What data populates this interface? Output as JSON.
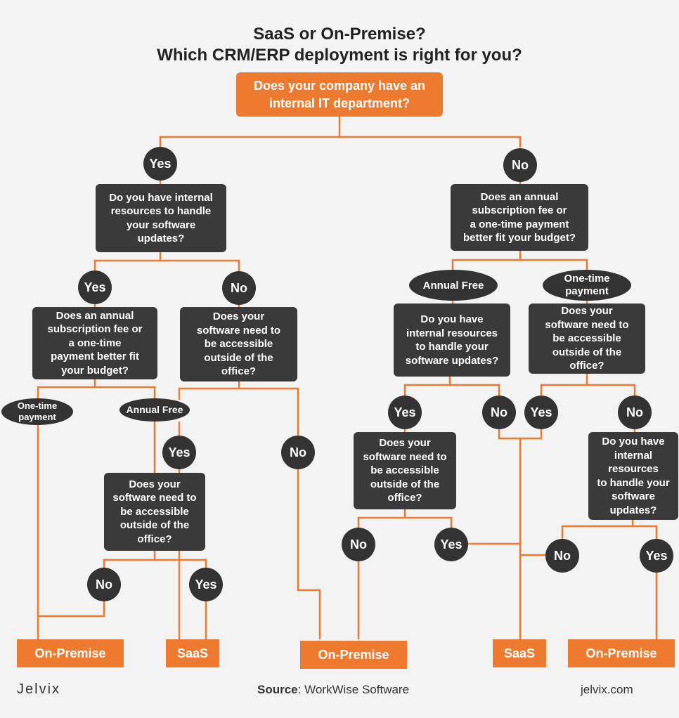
{
  "title": {
    "line1": "SaaS or On-Premise?",
    "line2": "Which CRM/ERP deployment is right for you?"
  },
  "questions": {
    "it_department": "Does your company have an\ninternal IT department?",
    "left_internal_resources": "Do you have internal\nresources to handle\nyour software\nupdates?",
    "left_fee_or_payment": "Does an annual\nsubscription fee or\na one-time\npayment better fit\nyour budget?",
    "left_accessible_outside": "Does your\nsoftware need to\nbe accessible\noutside of the\noffice?",
    "left_annual_accessible": "Does your\nsoftware need to\nbe accessible\noutside of the\noffice?",
    "right_fee_or_payment": "Does an annual\nsubscription fee or\na one-time payment\nbetter fit your budget?",
    "right_annual_resources": "Do you have\ninternal resources\nto handle your\nsoftware updates?",
    "right_onetime_accessible": "Does your\nsoftware need to\nbe accessible\noutside of the\noffice?",
    "right_annual_accessible": "Does your\nsoftware need to\nbe accessible\noutside of the\noffice?",
    "right_onetime_resources": "Do you have\ninternal\nresources\nto handle your\nsoftware\nupdates?"
  },
  "answers": {
    "yes": "Yes",
    "no": "No",
    "annual_free": "Annual Free",
    "one_time_payment": "One-time\npayment"
  },
  "results": {
    "on_premise": "On-Premise",
    "saas": "SaaS"
  },
  "footer": {
    "brand": "Jelvix",
    "source_label": "Source",
    "source_value": ": WorkWise Software",
    "site": "jelvix.com"
  },
  "colors": {
    "accent": "#ee7a30",
    "node_dark": "#3a3a3a",
    "background": "#f3f3f3"
  }
}
